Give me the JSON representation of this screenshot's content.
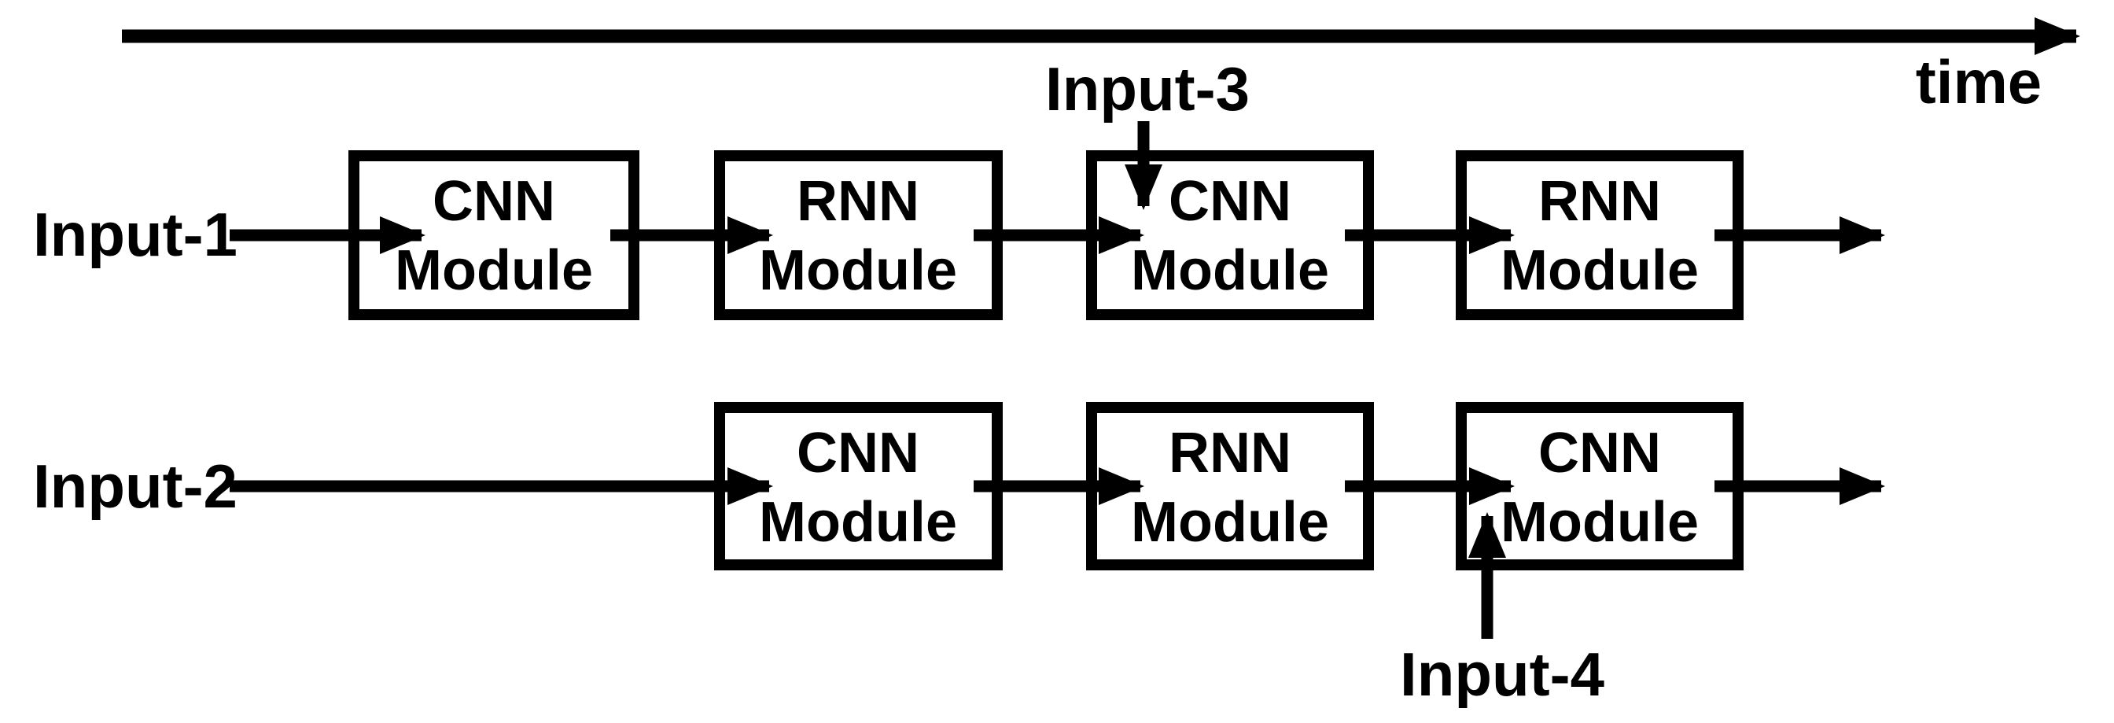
{
  "diagram": {
    "background_color": "#ffffff",
    "ink_color": "#000000",
    "time_label": "time",
    "rows": [
      {
        "input_label": "Input-1",
        "boxes": [
          {
            "line1": "CNN",
            "line2": "Module"
          },
          {
            "line1": "RNN",
            "line2": "Module"
          },
          {
            "line1": "CNN",
            "line2": "Module"
          },
          {
            "line1": "RNN",
            "line2": "Module"
          }
        ]
      },
      {
        "input_label": "Input-2",
        "boxes": [
          {
            "line1": "CNN",
            "line2": "Module"
          },
          {
            "line1": "RNN",
            "line2": "Module"
          },
          {
            "line1": "CNN",
            "line2": "Module"
          }
        ]
      }
    ],
    "extra_inputs": [
      {
        "label": "Input-3",
        "target": "row1-box3",
        "direction": "down"
      },
      {
        "label": "Input-4",
        "target": "row2-box3",
        "direction": "up"
      }
    ]
  }
}
